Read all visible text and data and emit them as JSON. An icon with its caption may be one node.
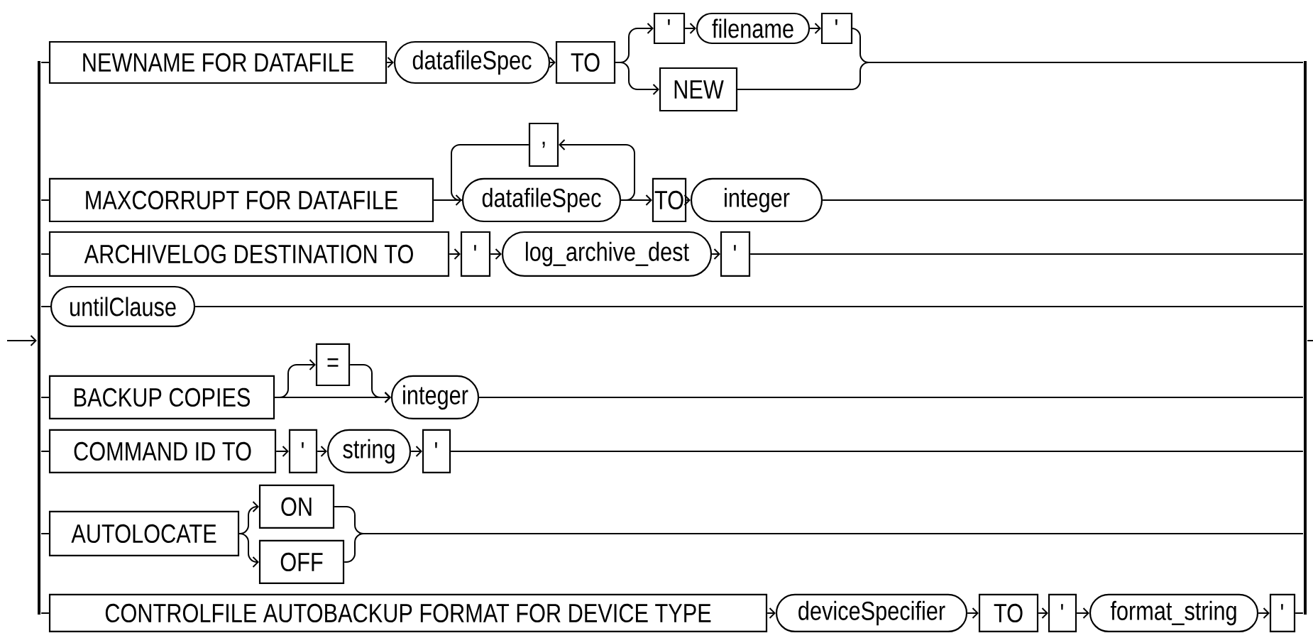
{
  "diagram": {
    "nodes": [
      {
        "text": [
          "NEWNAME FOR DATAFILE"
        ]
      },
      {
        "text": [
          "datafileSpec"
        ]
      },
      {
        "text": [
          "TO"
        ]
      },
      {
        "text": [
          "'"
        ]
      },
      {
        "text": [
          "filename"
        ]
      },
      {
        "text": [
          "'"
        ]
      },
      {
        "text": [
          "NEW"
        ]
      },
      {
        "text": [
          "MAXCORRUPT FOR DATAFILE"
        ]
      },
      {
        "text": [
          "datafileSpec"
        ]
      },
      {
        "text": [
          ","
        ]
      },
      {
        "text": [
          "TO"
        ]
      },
      {
        "text": [
          "integer"
        ]
      },
      {
        "text": [
          "ARCHIVELOG DESTINATION TO"
        ]
      },
      {
        "text": [
          "'"
        ]
      },
      {
        "text": [
          "log_archive_dest"
        ]
      },
      {
        "text": [
          "'"
        ]
      },
      {
        "text": [
          "untilClause"
        ]
      },
      {
        "text": [
          "BACKUP COPIES"
        ]
      },
      {
        "text": [
          "="
        ]
      },
      {
        "text": [
          "integer"
        ]
      },
      {
        "text": [
          "COMMAND ID TO"
        ]
      },
      {
        "text": [
          "'"
        ]
      },
      {
        "text": [
          "string"
        ]
      },
      {
        "text": [
          "'"
        ]
      },
      {
        "text": [
          "AUTOLOCATE"
        ]
      },
      {
        "text": [
          "ON"
        ]
      },
      {
        "text": [
          "OFF"
        ]
      },
      {
        "text": [
          "CONTROLFILE AUTOBACKUP FORMAT FOR DEVICE TYPE"
        ]
      },
      {
        "text": [
          "deviceSpecifier"
        ]
      },
      {
        "text": [
          "TO"
        ]
      },
      {
        "text": [
          "'"
        ]
      },
      {
        "text": [
          "format_string"
        ]
      },
      {
        "text": [
          "'"
        ]
      },
      {
        "text": [],
        "shape": "bar"
      },
      {
        "text": [],
        "shape": "bar"
      }
    ],
    "edges": [
      {
        "from": null,
        "to": 33,
        "arrow": "to"
      },
      {
        "from": 33,
        "to": 0,
        "arrow": "none"
      },
      {
        "from": 33,
        "to": 7,
        "arrow": "none"
      },
      {
        "from": 33,
        "to": 12,
        "arrow": "none"
      },
      {
        "from": 33,
        "to": 16,
        "arrow": "none"
      },
      {
        "from": 33,
        "to": 17,
        "arrow": "none"
      },
      {
        "from": 33,
        "to": 20,
        "arrow": "none"
      },
      {
        "from": 33,
        "to": 24,
        "arrow": "none"
      },
      {
        "from": 33,
        "to": 27,
        "arrow": "none"
      },
      {
        "from": 0,
        "to": 1,
        "arrow": "to"
      },
      {
        "from": 1,
        "to": 2,
        "arrow": "to"
      },
      {
        "from": 2,
        "to": 3,
        "arrow": "to"
      },
      {
        "from": 3,
        "to": 4,
        "arrow": "to"
      },
      {
        "from": 4,
        "to": 5,
        "arrow": "to"
      },
      {
        "from": 2,
        "to": 6,
        "arrow": "to"
      },
      {
        "from": 5,
        "to": 34,
        "arrow": "none"
      },
      {
        "from": 6,
        "to": 34,
        "arrow": "none"
      },
      {
        "from": 7,
        "to": 8,
        "arrow": "to"
      },
      {
        "from": 8,
        "to": 9,
        "arrow": "to"
      },
      {
        "from": 9,
        "to": 8,
        "arrow": "none"
      },
      {
        "from": 8,
        "to": 10,
        "arrow": "to"
      },
      {
        "from": 10,
        "to": 11,
        "arrow": "to"
      },
      {
        "from": 11,
        "to": 34,
        "arrow": "none"
      },
      {
        "from": 12,
        "to": 13,
        "arrow": "to"
      },
      {
        "from": 13,
        "to": 14,
        "arrow": "to"
      },
      {
        "from": 14,
        "to": 15,
        "arrow": "to"
      },
      {
        "from": 15,
        "to": 34,
        "arrow": "none"
      },
      {
        "from": 16,
        "to": 34,
        "arrow": "none"
      },
      {
        "from": 17,
        "to": 18,
        "arrow": "to"
      },
      {
        "from": 18,
        "to": 19,
        "arrow": "to"
      },
      {
        "from": 17,
        "to": 19,
        "arrow": "to"
      },
      {
        "from": 19,
        "to": 34,
        "arrow": "none"
      },
      {
        "from": 20,
        "to": 21,
        "arrow": "to"
      },
      {
        "from": 21,
        "to": 22,
        "arrow": "to"
      },
      {
        "from": 22,
        "to": 23,
        "arrow": "to"
      },
      {
        "from": 23,
        "to": 34,
        "arrow": "none"
      },
      {
        "from": 24,
        "to": 25,
        "arrow": "to"
      },
      {
        "from": 24,
        "to": 26,
        "arrow": "to"
      },
      {
        "from": 25,
        "to": 34,
        "arrow": "none"
      },
      {
        "from": 26,
        "to": 34,
        "arrow": "none"
      },
      {
        "from": 27,
        "to": 28,
        "arrow": "to"
      },
      {
        "from": 28,
        "to": 29,
        "arrow": "to"
      },
      {
        "from": 29,
        "to": 30,
        "arrow": "to"
      },
      {
        "from": 30,
        "to": 31,
        "arrow": "to"
      },
      {
        "from": 31,
        "to": 32,
        "arrow": "to"
      },
      {
        "from": 32,
        "to": 34,
        "arrow": "none"
      },
      {
        "from": 34,
        "to": null,
        "arrow": "none"
      }
    ]
  }
}
